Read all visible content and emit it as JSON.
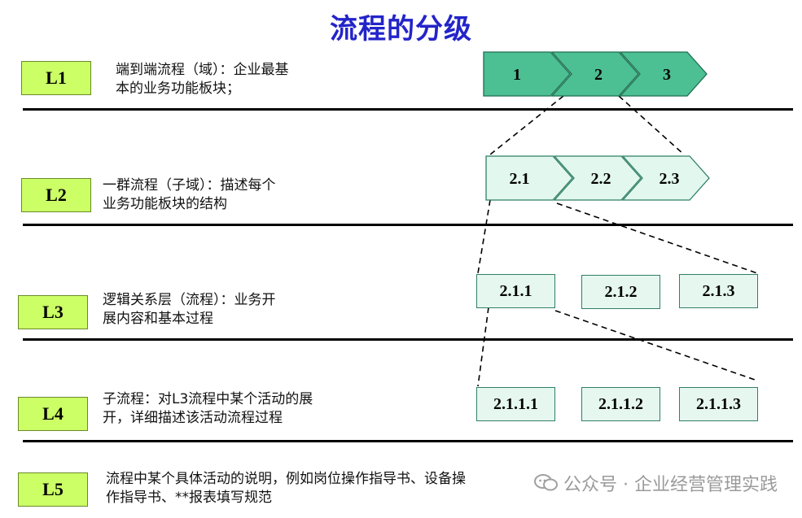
{
  "title": "流程的分级",
  "levels": [
    {
      "label": "L1",
      "desc_line1": "端到端流程（域）：企业最基",
      "desc_line2": "本的业务功能板块；"
    },
    {
      "label": "L2",
      "desc_line1": "一群流程（子域）：描述每个",
      "desc_line2": "业务功能板块的结构"
    },
    {
      "label": "L3",
      "desc_line1": "逻辑关系层（流程）：业务开",
      "desc_line2": "展内容和基本过程"
    },
    {
      "label": "L4",
      "desc_line1": "子流程：对L3流程中某个活动的展",
      "desc_line2": "开，详细描述该活动流程过程"
    },
    {
      "label": "L5",
      "desc_line1": "流程中某个具体活动的说明，例如岗位操作指导书、设备操",
      "desc_line2": "作指导书、**报表填写规范"
    }
  ],
  "l1_chevrons": [
    "1",
    "2",
    "3"
  ],
  "l2_chevrons": [
    "2.1",
    "2.2",
    "2.3"
  ],
  "l3_nodes": [
    "2.1.1",
    "2.1.2",
    "2.1.3"
  ],
  "l4_nodes": [
    "2.1.1.1",
    "2.1.1.2",
    "2.1.1.3"
  ],
  "watermark": "公众号 · 企业经营管理实践",
  "colors": {
    "title": "#2324c9",
    "level_box": "#ccff66",
    "l1_chevron_fill": "#4cbf93",
    "l2_chevron_fill": "#e2f7ee",
    "node_fill": "#e6f7ef",
    "node_border": "#2f7f66"
  }
}
